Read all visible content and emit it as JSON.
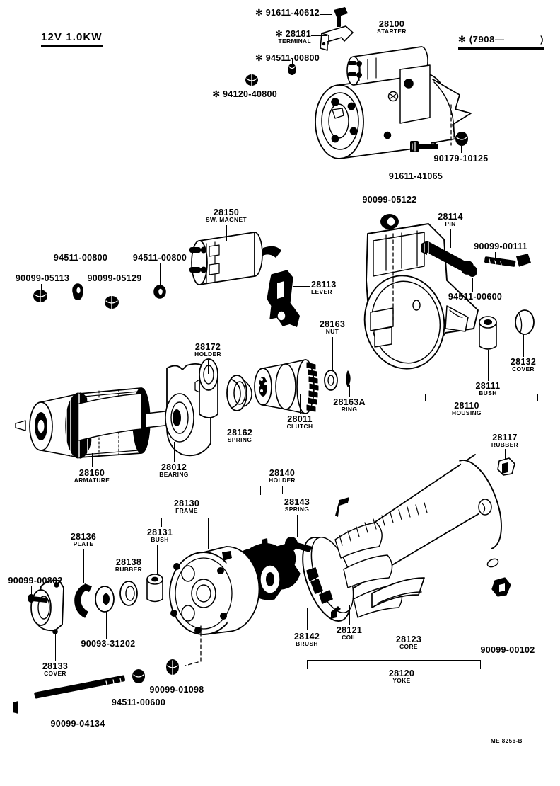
{
  "sheet": {
    "title": "12V 1.0KW",
    "applicability_note": "✻ (7908—            )",
    "footer_code": "ME 8256-B"
  },
  "groups": {
    "assembly": {
      "starter": {
        "number": "28100",
        "name": "STARTER"
      },
      "magnet_switch": {
        "number": "28150",
        "name": "SW. MAGNET"
      },
      "housing": {
        "number": "28110",
        "name": "HOUSING"
      },
      "frame": {
        "number": "28130",
        "name": "FRAME"
      },
      "yoke": {
        "number": "28120",
        "name": "YOKE"
      },
      "holder_brush": {
        "number": "28140",
        "name": "HOLDER"
      }
    }
  },
  "parts": [
    {
      "id": "p01",
      "number": "✻ 91611-40612",
      "name": "",
      "starred": true
    },
    {
      "id": "p02",
      "number": "✻ 28181",
      "name": "TERMINAL",
      "starred": true
    },
    {
      "id": "p03",
      "number": "✻ 94511-00800",
      "name": "",
      "starred": true
    },
    {
      "id": "p04",
      "number": "✻ 94120-40800",
      "name": "",
      "starred": true
    },
    {
      "id": "p05",
      "number": "28100",
      "name": "STARTER"
    },
    {
      "id": "p06",
      "number": "90179-10125",
      "name": ""
    },
    {
      "id": "p07",
      "number": "91611-41065",
      "name": ""
    },
    {
      "id": "p08",
      "number": "28150",
      "name": "SW. MAGNET"
    },
    {
      "id": "p09",
      "number": "94511-00800",
      "name": ""
    },
    {
      "id": "p10",
      "number": "94511-00800",
      "name": ""
    },
    {
      "id": "p11",
      "number": "90099-05113",
      "name": ""
    },
    {
      "id": "p12",
      "number": "90099-05129",
      "name": ""
    },
    {
      "id": "p13",
      "number": "28113",
      "name": "LEVER"
    },
    {
      "id": "p14",
      "number": "90099-05122",
      "name": ""
    },
    {
      "id": "p15",
      "number": "28114",
      "name": "PIN"
    },
    {
      "id": "p16",
      "number": "90099-00111",
      "name": ""
    },
    {
      "id": "p17",
      "number": "94511-00600",
      "name": ""
    },
    {
      "id": "p18",
      "number": "28111",
      "name": "BUSH"
    },
    {
      "id": "p19",
      "number": "28132",
      "name": "COVER"
    },
    {
      "id": "p20",
      "number": "28110",
      "name": "HOUSING"
    },
    {
      "id": "p21",
      "number": "28172",
      "name": "HOLDER"
    },
    {
      "id": "p22",
      "number": "28163",
      "name": "NUT"
    },
    {
      "id": "p23",
      "number": "28163A",
      "name": "RING"
    },
    {
      "id": "p24",
      "number": "28011",
      "name": "CLUTCH"
    },
    {
      "id": "p25",
      "number": "28162",
      "name": "SPRING"
    },
    {
      "id": "p26",
      "number": "28012",
      "name": "BEARING"
    },
    {
      "id": "p27",
      "number": "28160",
      "name": "ARMATURE"
    },
    {
      "id": "p28",
      "number": "28117",
      "name": "RUBBER"
    },
    {
      "id": "p29",
      "number": "28140",
      "name": "HOLDER"
    },
    {
      "id": "p30",
      "number": "28143",
      "name": "SPRING"
    },
    {
      "id": "p31",
      "number": "28130",
      "name": "FRAME"
    },
    {
      "id": "p32",
      "number": "28131",
      "name": "BUSH"
    },
    {
      "id": "p33",
      "number": "28136",
      "name": "PLATE"
    },
    {
      "id": "p34",
      "number": "28138",
      "name": "RUBBER"
    },
    {
      "id": "p35",
      "number": "90099-00802",
      "name": ""
    },
    {
      "id": "p36",
      "number": "90093-31202",
      "name": ""
    },
    {
      "id": "p37",
      "number": "28133",
      "name": "COVER"
    },
    {
      "id": "p38",
      "number": "90099-04134",
      "name": ""
    },
    {
      "id": "p39",
      "number": "94511-00600",
      "name": ""
    },
    {
      "id": "p40",
      "number": "90099-01098",
      "name": ""
    },
    {
      "id": "p41",
      "number": "28142",
      "name": "BRUSH"
    },
    {
      "id": "p42",
      "number": "28121",
      "name": "COIL"
    },
    {
      "id": "p43",
      "number": "28123",
      "name": "CORE"
    },
    {
      "id": "p44",
      "number": "28120",
      "name": "YOKE"
    },
    {
      "id": "p45",
      "number": "90099-00102",
      "name": ""
    }
  ]
}
